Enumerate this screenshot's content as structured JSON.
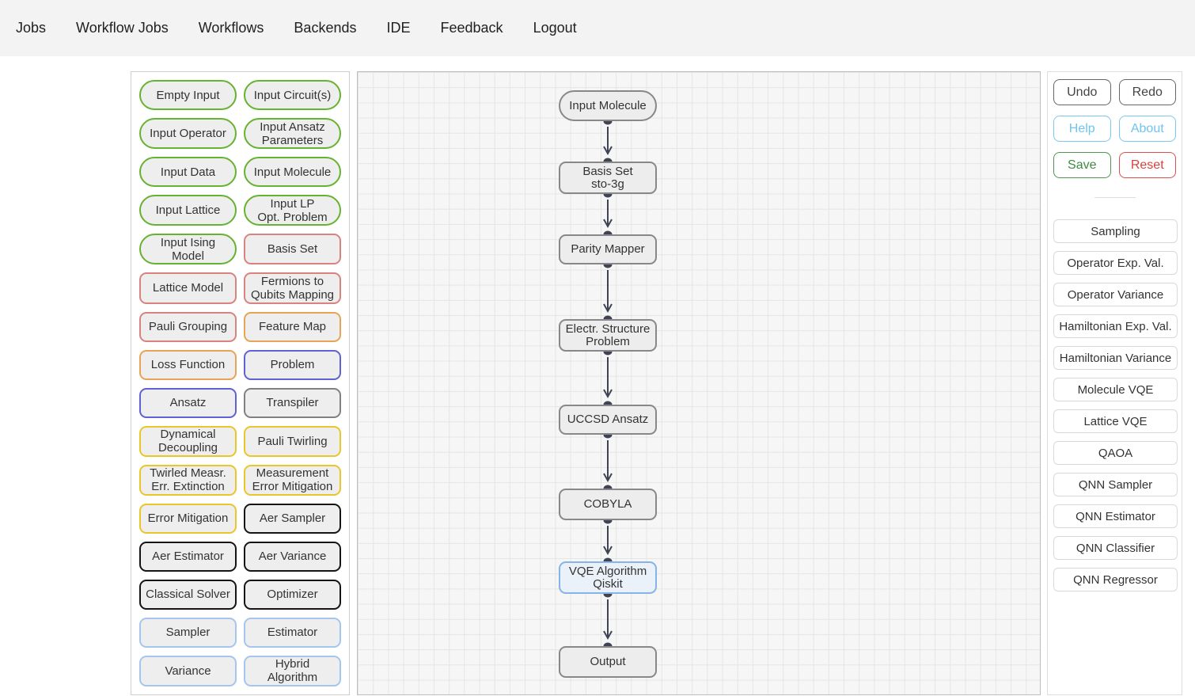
{
  "nav": {
    "items": [
      {
        "label": "Jobs"
      },
      {
        "label": "Workflow Jobs"
      },
      {
        "label": "Workflows"
      },
      {
        "label": "Backends"
      },
      {
        "label": "IDE"
      },
      {
        "label": "Feedback"
      },
      {
        "label": "Logout"
      }
    ]
  },
  "palette": {
    "items": [
      {
        "label": "Empty Input",
        "category": "input"
      },
      {
        "label": "Input Circuit(s)",
        "category": "input"
      },
      {
        "label": "Input Operator",
        "category": "input"
      },
      {
        "label": "Input Ansatz\nParameters",
        "category": "input"
      },
      {
        "label": "Input Data",
        "category": "input"
      },
      {
        "label": "Input Molecule",
        "category": "input"
      },
      {
        "label": "Input Lattice",
        "category": "input"
      },
      {
        "label": "Input LP\nOpt. Problem",
        "category": "input"
      },
      {
        "label": "Input Ising\nModel",
        "category": "input"
      },
      {
        "label": "Basis Set",
        "category": "chemistry"
      },
      {
        "label": "Lattice Model",
        "category": "chemistry"
      },
      {
        "label": "Fermions to\nQubits Mapping",
        "category": "chemistry"
      },
      {
        "label": "Pauli Grouping",
        "category": "chemistry"
      },
      {
        "label": "Feature Map",
        "category": "circuit"
      },
      {
        "label": "Loss Function",
        "category": "circuit"
      },
      {
        "label": "Problem",
        "category": "problem"
      },
      {
        "label": "Ansatz",
        "category": "problem"
      },
      {
        "label": "Transpiler",
        "category": "transpile"
      },
      {
        "label": "Dynamical\nDecoupling",
        "category": "mitigation"
      },
      {
        "label": "Pauli Twirling",
        "category": "mitigation"
      },
      {
        "label": "Twirled Measr.\nErr. Extinction",
        "category": "mitigation"
      },
      {
        "label": "Measurement\nError Mitigation",
        "category": "mitigation"
      },
      {
        "label": "Error Mitigation",
        "category": "mitigation"
      },
      {
        "label": "Aer Sampler",
        "category": "execution"
      },
      {
        "label": "Aer Estimator",
        "category": "execution"
      },
      {
        "label": "Aer Variance",
        "category": "execution"
      },
      {
        "label": "Classical Solver",
        "category": "execution"
      },
      {
        "label": "Optimizer",
        "category": "execution"
      },
      {
        "label": "Sampler",
        "category": "primitive"
      },
      {
        "label": "Estimator",
        "category": "primitive"
      },
      {
        "label": "Variance",
        "category": "primitive"
      },
      {
        "label": "Hybrid\nAlgorithm",
        "category": "primitive"
      }
    ]
  },
  "canvas": {
    "flow": {
      "nodes": [
        {
          "label": "Input Molecule",
          "category": "input"
        },
        {
          "label": "Basis Set\nsto-3g",
          "category": "chemistry"
        },
        {
          "label": "Parity Mapper",
          "category": "chemistry"
        },
        {
          "label": "Electr. Structure\nProblem",
          "category": "problem"
        },
        {
          "label": "UCCSD Ansatz",
          "category": "problem"
        },
        {
          "label": "COBYLA",
          "category": "execution"
        },
        {
          "label": "VQE Algorithm\nQiskit",
          "category": "algorithm"
        },
        {
          "label": "Output",
          "category": "output"
        }
      ]
    }
  },
  "actions": {
    "undo": "Undo",
    "redo": "Redo",
    "help": "Help",
    "about": "About",
    "save": "Save",
    "reset": "Reset"
  },
  "presets": {
    "items": [
      {
        "label": "Sampling"
      },
      {
        "label": "Operator Exp. Val."
      },
      {
        "label": "Operator Variance"
      },
      {
        "label": "Hamiltonian Exp. Val."
      },
      {
        "label": "Hamiltonian Variance"
      },
      {
        "label": "Molecule VQE"
      },
      {
        "label": "Lattice VQE"
      },
      {
        "label": "QAOA"
      },
      {
        "label": "QNN Sampler"
      },
      {
        "label": "QNN Estimator"
      },
      {
        "label": "QNN Classifier"
      },
      {
        "label": "QNN Regressor"
      }
    ]
  },
  "colors": {
    "input_green": "#66b231",
    "chemistry_salmon": "#d9837f",
    "circuit_orange": "#e5a456",
    "problem_purple": "#6061d2",
    "transpile_gray": "#808080",
    "mitigation_yellow": "#e9c62a",
    "execution_black": "#151515",
    "primitive_blue": "#a4c6ee",
    "algorithm_blue_border": "#86b3e8",
    "node_fill": "#ededed",
    "connector": "#3e4453",
    "undo_redo_gray": "#555555",
    "help_about_blue": "#6fc4f0",
    "save_green": "#3d8b41",
    "reset_red": "#dc4441"
  }
}
